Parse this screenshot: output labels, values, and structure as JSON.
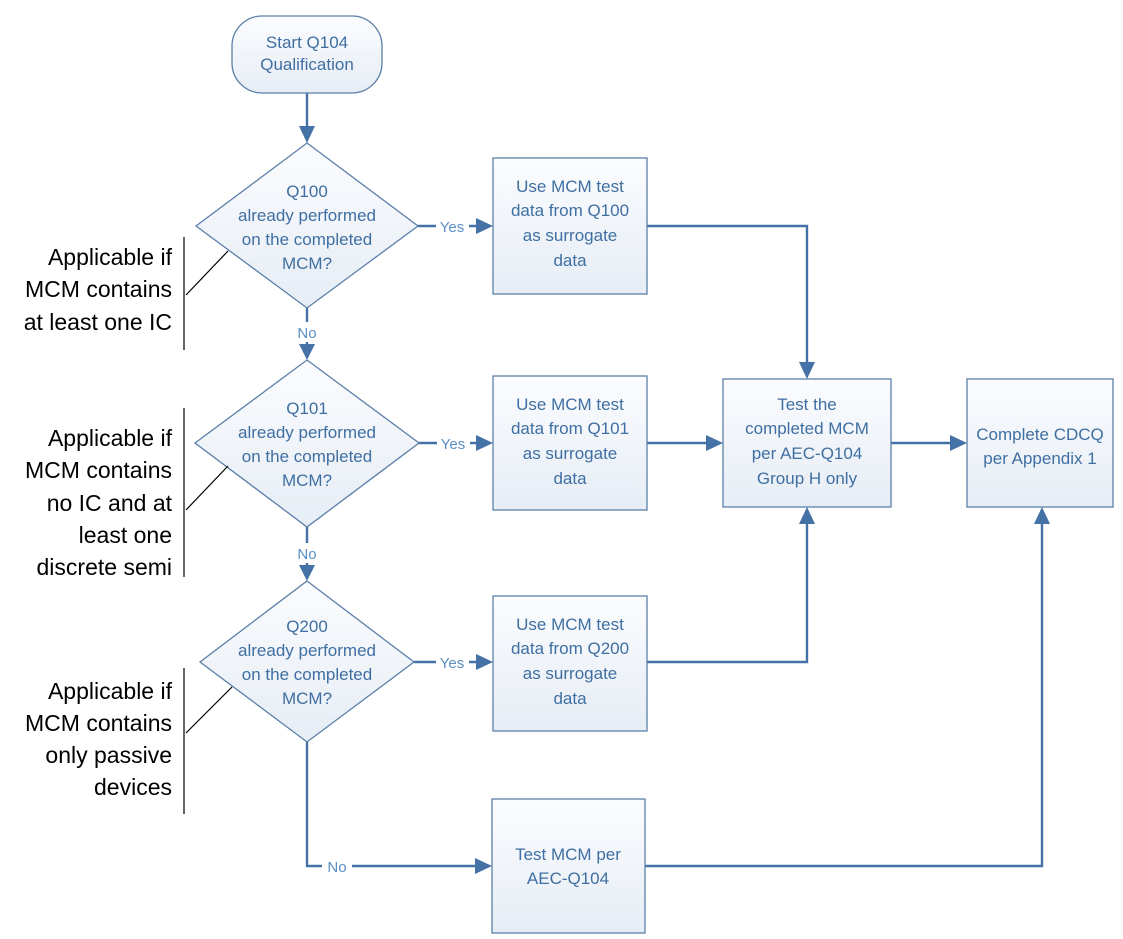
{
  "colors": {
    "box_fill_top": "#fbfcfe",
    "box_fill_bottom": "#e6edf5",
    "box_stroke": "#5b7fa8",
    "text": "#3f6fa2",
    "arrow": "#4472a6",
    "edge_label": "#5b8ec2",
    "note_text": "#000000"
  },
  "nodes": {
    "start": {
      "shape": "terminator",
      "lines": [
        "Start Q104",
        "Qualification"
      ]
    },
    "q100": {
      "shape": "decision",
      "lines": [
        "Q100",
        "already performed",
        "on the completed",
        "MCM?"
      ]
    },
    "q101": {
      "shape": "decision",
      "lines": [
        "Q101",
        "already performed",
        "on the completed",
        "MCM?"
      ]
    },
    "q200": {
      "shape": "decision",
      "lines": [
        "Q200",
        "already performed",
        "on the completed",
        "MCM?"
      ]
    },
    "use_q100": {
      "shape": "process",
      "lines": [
        "Use MCM test",
        "data from Q100",
        "as surrogate",
        "data"
      ]
    },
    "use_q101": {
      "shape": "process",
      "lines": [
        "Use MCM test",
        "data from Q101",
        "as surrogate",
        "data"
      ]
    },
    "use_q200": {
      "shape": "process",
      "lines": [
        "Use MCM test",
        "data from Q200",
        "as surrogate",
        "data"
      ]
    },
    "test_group_h": {
      "shape": "process",
      "lines": [
        "Test the",
        "completed MCM",
        "per AEC-Q104",
        "Group H only"
      ]
    },
    "test_full": {
      "shape": "process",
      "lines": [
        "Test MCM per",
        "AEC-Q104"
      ]
    },
    "cdcq": {
      "shape": "process",
      "lines": [
        "Complete CDCQ",
        "per Appendix 1"
      ]
    }
  },
  "edges": [
    {
      "from": "start",
      "to": "q100",
      "label": ""
    },
    {
      "from": "q100",
      "to": "use_q100",
      "label": "Yes"
    },
    {
      "from": "q100",
      "to": "q101",
      "label": "No"
    },
    {
      "from": "q101",
      "to": "use_q101",
      "label": "Yes"
    },
    {
      "from": "q101",
      "to": "q200",
      "label": "No"
    },
    {
      "from": "q200",
      "to": "use_q200",
      "label": "Yes"
    },
    {
      "from": "q200",
      "to": "test_full",
      "label": "No"
    },
    {
      "from": "use_q100",
      "to": "test_group_h",
      "label": ""
    },
    {
      "from": "use_q101",
      "to": "test_group_h",
      "label": ""
    },
    {
      "from": "use_q200",
      "to": "test_group_h",
      "label": ""
    },
    {
      "from": "test_group_h",
      "to": "cdcq",
      "label": ""
    },
    {
      "from": "test_full",
      "to": "cdcq",
      "label": ""
    }
  ],
  "notes": {
    "q100": [
      "Applicable if",
      "MCM contains",
      "at least one IC"
    ],
    "q101": [
      "Applicable if",
      "MCM contains",
      "no IC and at",
      "least one",
      "discrete semi"
    ],
    "q200": [
      "Applicable if",
      "MCM contains",
      "only passive",
      "devices"
    ]
  }
}
